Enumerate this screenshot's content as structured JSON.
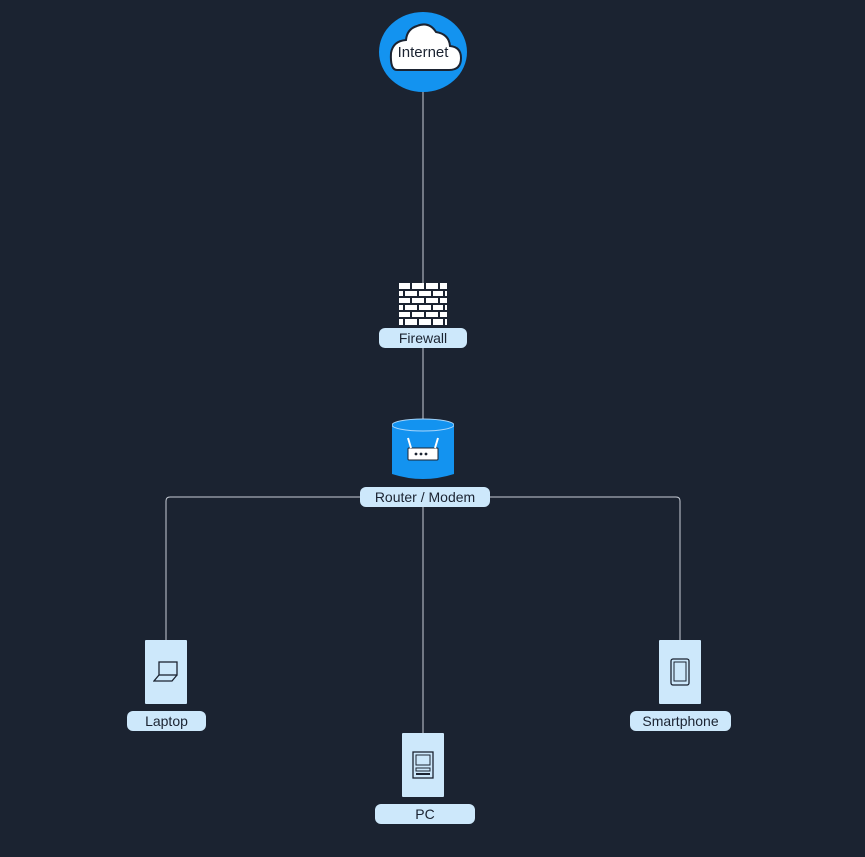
{
  "diagram": {
    "background_color": "#1b2331",
    "node_fill_color": "#cde8fb",
    "accent_color": "#1393f0",
    "nodes": {
      "internet": {
        "label": "Internet",
        "icon": "cloud-icon"
      },
      "firewall": {
        "label": "Firewall",
        "icon": "brick-wall-icon"
      },
      "router": {
        "label": "Router / Modem",
        "icon": "router-icon"
      },
      "laptop": {
        "label": "Laptop",
        "icon": "laptop-icon"
      },
      "pc": {
        "label": "PC",
        "icon": "desktop-computer-icon"
      },
      "smartphone": {
        "label": "Smartphone",
        "icon": "smartphone-icon"
      }
    },
    "connections": [
      {
        "from": "internet",
        "to": "firewall"
      },
      {
        "from": "firewall",
        "to": "router"
      },
      {
        "from": "router",
        "to": "laptop"
      },
      {
        "from": "router",
        "to": "pc"
      },
      {
        "from": "router",
        "to": "smartphone"
      }
    ]
  }
}
